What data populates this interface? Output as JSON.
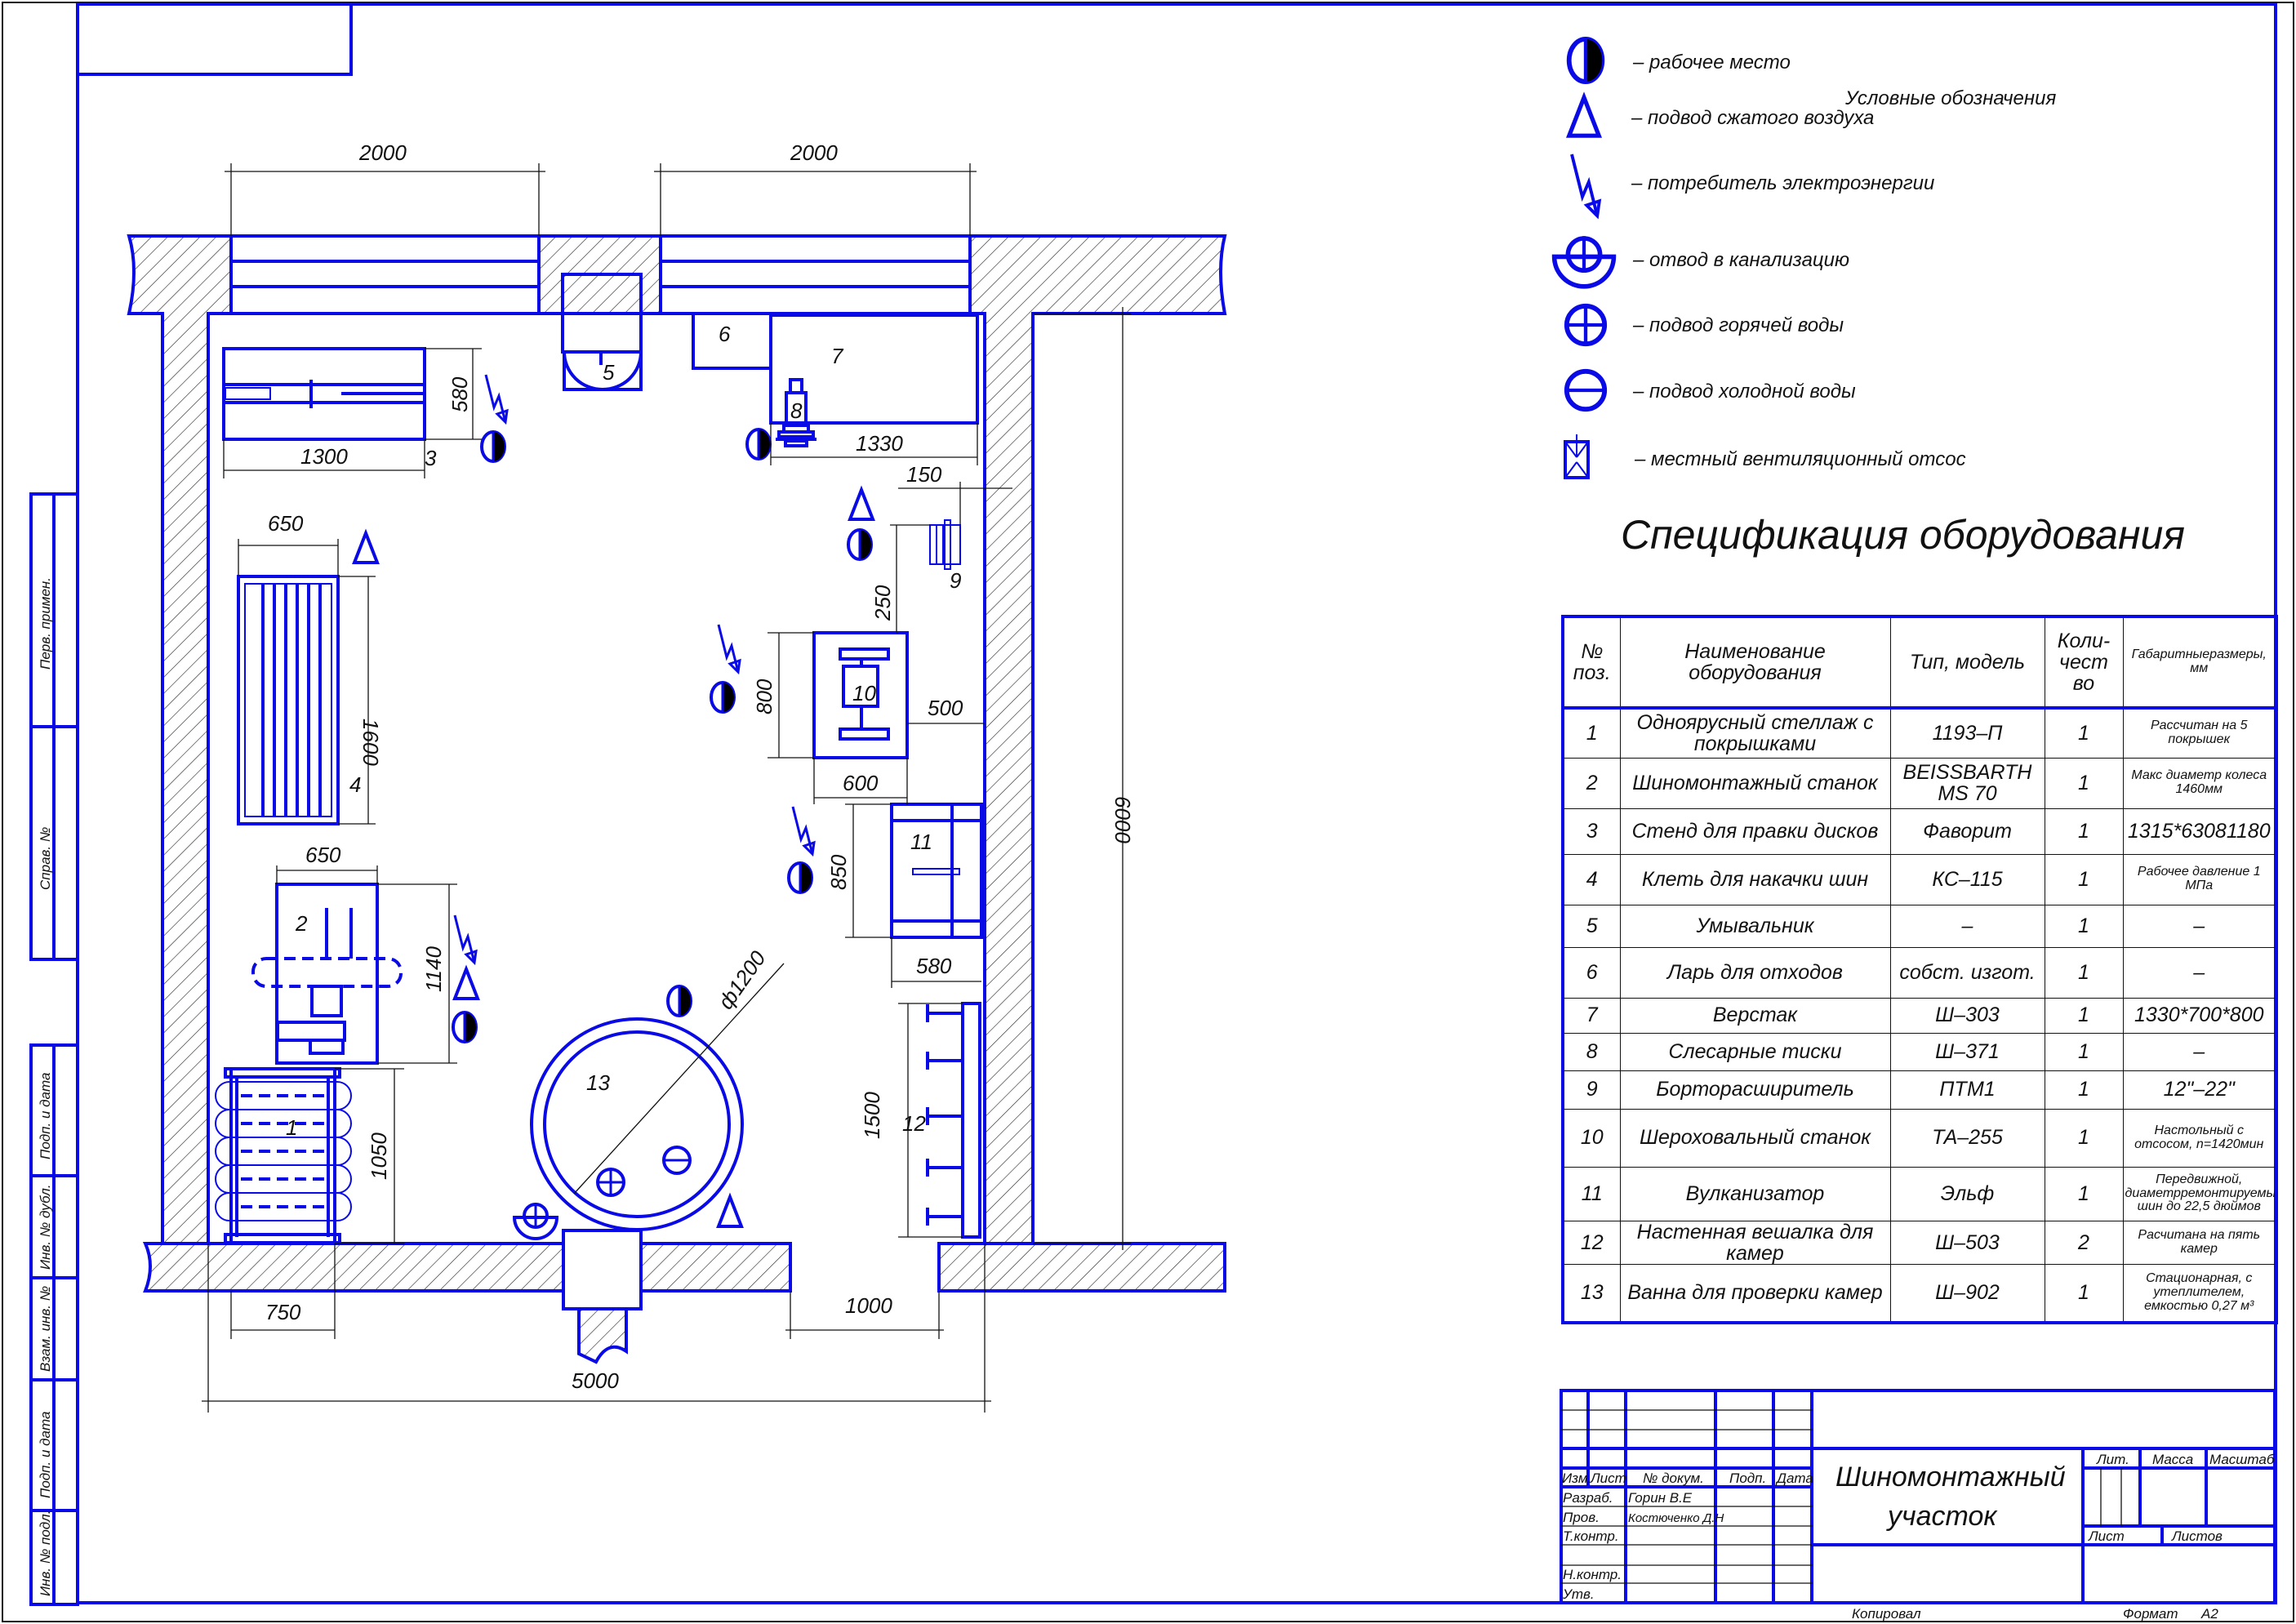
{
  "colors": {
    "line": "#0a0ae6",
    "text": "#111111"
  },
  "legend": {
    "title": "Условные обозначения",
    "items": [
      {
        "icon": "workplace-icon",
        "label": "– рабочее место"
      },
      {
        "icon": "compressed-air-icon",
        "label": "– подвод сжатого воздуха"
      },
      {
        "icon": "electric-consumer-icon",
        "label": "– потребитель электроэнергии"
      },
      {
        "icon": "sewer-drain-icon",
        "label": "– отвод в канализацию"
      },
      {
        "icon": "hot-water-icon",
        "label": "– подвод горячей воды"
      },
      {
        "icon": "cold-water-icon",
        "label": "– подвод холодной воды"
      },
      {
        "icon": "ventilation-icon",
        "label": "– местный вентиляционный отсос"
      }
    ]
  },
  "spec": {
    "title": "Спецификация оборудования",
    "headers": [
      "№ поз.",
      "Наименование оборудования",
      "Тип, модель",
      "Коли- чест во",
      "Габаритныеразмеры, мм"
    ],
    "rows": [
      [
        "1",
        "Одноярусный стеллаж с покрышками",
        "1193–П",
        "1",
        "Рассчитан на 5 покрышек"
      ],
      [
        "2",
        "Шиномонтажный станок",
        "BEISSBARTH MS 70",
        "1",
        "Макс диаметр колеса 1460мм"
      ],
      [
        "3",
        "Стенд для правки дисков",
        "Фаворит",
        "1",
        "1315*63081180"
      ],
      [
        "4",
        "Клеть для накачки шин",
        "КС–115",
        "1",
        "Рабочее давление 1 МПа"
      ],
      [
        "5",
        "Умывальник",
        "–",
        "1",
        "–"
      ],
      [
        "6",
        "Ларь для отходов",
        "собст. изгот.",
        "1",
        "–"
      ],
      [
        "7",
        "Верстак",
        "Ш–303",
        "1",
        "1330*700*800"
      ],
      [
        "8",
        "Слесарные тиски",
        "Ш–371",
        "1",
        "–"
      ],
      [
        "9",
        "Борторасширитель",
        "ПТМ1",
        "1",
        "12\"–22\""
      ],
      [
        "10",
        "Шероховальный станок",
        "ТА–255",
        "1",
        "Настольный с отсосом, n=1420мин"
      ],
      [
        "11",
        "Вулканизатор",
        "Эльф",
        "1",
        "Передвижной, диаметрремонтируемых шин до 22,5 дюймов"
      ],
      [
        "12",
        "Настенная вешалка для камер",
        "Ш–503",
        "2",
        "Расчитана на пять камер"
      ],
      [
        "13",
        "Ванна для проверки камер",
        "Ш–902",
        "1",
        "Стационарная, с утеплителем, емкостью 0,27 м³"
      ]
    ]
  },
  "plan": {
    "dims": {
      "win1": "2000",
      "win2": "2000",
      "d3w": "1300",
      "d3h": "580",
      "d7w": "1330",
      "d9a": "150",
      "d9b": "250",
      "d4w": "650",
      "d4h": "1600",
      "d10h": "800",
      "d10a": "500",
      "d10w": "600",
      "d11h": "850",
      "d11w": "580",
      "d2w": "650",
      "d2h": "1140",
      "d1h": "1050",
      "d1w": "750",
      "d12h": "1500",
      "d13": "ф1200",
      "total_w": "5000",
      "total_h": "6000",
      "door": "1000"
    },
    "positions": [
      "1",
      "2",
      "3",
      "4",
      "5",
      "6",
      "7",
      "8",
      "9",
      "10",
      "11",
      "12",
      "13"
    ]
  },
  "titleblock": {
    "name_line1": "Шиномонтажный",
    "name_line2": "участок",
    "izm": "Изм.",
    "list": "Лист",
    "doc": "№ докум.",
    "podp": "Подп.",
    "date": "Дата",
    "razrab": "Разраб.",
    "razrab_name": "Горин В.Е",
    "prov": "Пров.",
    "prov_name": "Костюченко Д.Н",
    "tkontr": "Т.контр.",
    "nkontr": "Н.контр.",
    "utv": "Утв.",
    "lit": "Лит.",
    "massa": "Масса",
    "masshtab": "Масштаб",
    "sheet": "Лист",
    "sheets": "Листов",
    "copied": "Копировал",
    "format_label": "Формат",
    "format": "А2"
  },
  "side_stamps": [
    "Перв. примен.",
    "Справ. №",
    "Подп. и дата",
    "Инв. № дубл.",
    "Взам. инв. №",
    "Подп. и дата",
    "Инв. № подл."
  ]
}
